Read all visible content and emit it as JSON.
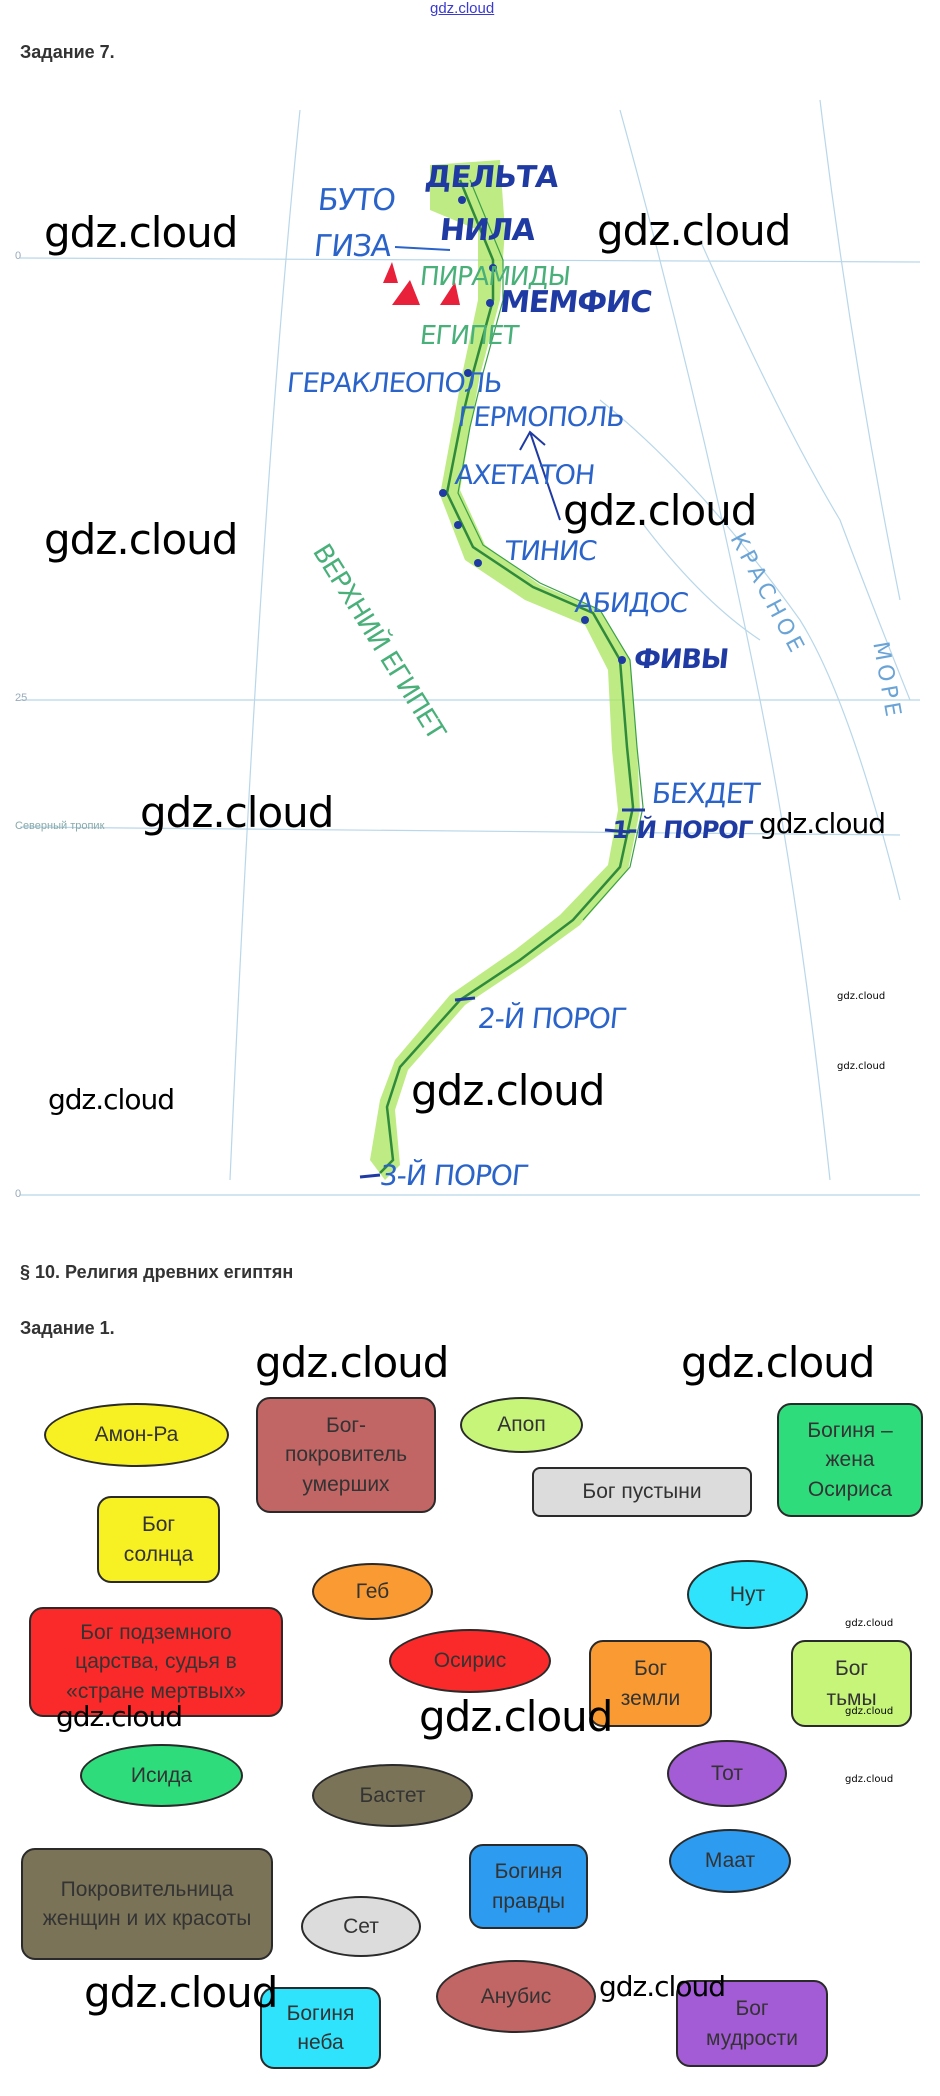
{
  "header": {
    "site_link": "gdz.cloud"
  },
  "task7": {
    "title": "Задание 7.",
    "map": {
      "labels": {
        "buto": "БУТО",
        "delta": "ДЕЛЬТА",
        "nila": "НИЛА",
        "giza": "ГИЗА",
        "pyramids": "ПИРАМИДЫ",
        "memphis": "МЕМФИС",
        "egypt_lower": "ЕГИПЕТ",
        "herakleopolis": "ГЕРАКЛЕОПОЛЬ",
        "hermopolis": "ГЕРМОПОЛЬ",
        "akhetaten": "АХЕТАТОН",
        "thinis": "ТИНИС",
        "abydos": "АБИДОС",
        "thebes": "ФИВЫ",
        "behdet": "БЕХДЕТ",
        "cataract1": "1-Й ПОРОГ",
        "cataract2": "2-Й ПОРОГ",
        "cataract3": "3-Й ПОРОГ",
        "egypt_upper": "ВЕРХНИЙ ЕГИПЕТ",
        "red_sea_1": "КРАСНОЕ",
        "red_sea_2": "МОРЕ",
        "tropic": "Северный тропик",
        "lat_0a": "0",
        "lat_25": "25",
        "lat_0b": "0"
      },
      "colors": {
        "nile": "#9be04a",
        "ink": "#2a63c9",
        "pyramid": "#e8203a"
      }
    }
  },
  "section": {
    "title": "§ 10. Религия древних египтян"
  },
  "task1": {
    "title": "Задание 1.",
    "items": [
      {
        "text": "Амон-Ра",
        "color": "#f7f022"
      },
      {
        "text": "Бог-покровитель умерших",
        "color": "#c26565"
      },
      {
        "text": "Апоп",
        "color": "#c6f57a"
      },
      {
        "text": "Бог пустыни",
        "color": "#dcdcdc"
      },
      {
        "text": "Богиня – жена Осириса",
        "color": "#2fdc7c"
      },
      {
        "text": "Бог солнца",
        "color": "#f7f022"
      },
      {
        "text": "Геб",
        "color": "#f99a33"
      },
      {
        "text": "Нут",
        "color": "#2ee3fb"
      },
      {
        "text": "Бог подземного царства, судья в «стране мертвых»",
        "color": "#fa2a2a"
      },
      {
        "text": "Осирис",
        "color": "#fa2a2a"
      },
      {
        "text": "Бог земли",
        "color": "#f99a33"
      },
      {
        "text": "Бог тьмы",
        "color": "#c6f57a"
      },
      {
        "text": "Исида",
        "color": "#2fdc7c"
      },
      {
        "text": "Бастет",
        "color": "#7a7358"
      },
      {
        "text": "Тот",
        "color": "#a45bd6"
      },
      {
        "text": "Покровительница женщин и их красоты",
        "color": "#7a7358"
      },
      {
        "text": "Сет",
        "color": "#dcdcdc"
      },
      {
        "text": "Богиня правды",
        "color": "#2c9bf0"
      },
      {
        "text": "Маат",
        "color": "#2c9bf0"
      },
      {
        "text": "Анубис",
        "color": "#c26565"
      },
      {
        "text": "Богиня неба",
        "color": "#2ee3fb"
      },
      {
        "text": "Бог мудрости",
        "color": "#a45bd6"
      }
    ]
  },
  "watermark": "gdz.cloud"
}
